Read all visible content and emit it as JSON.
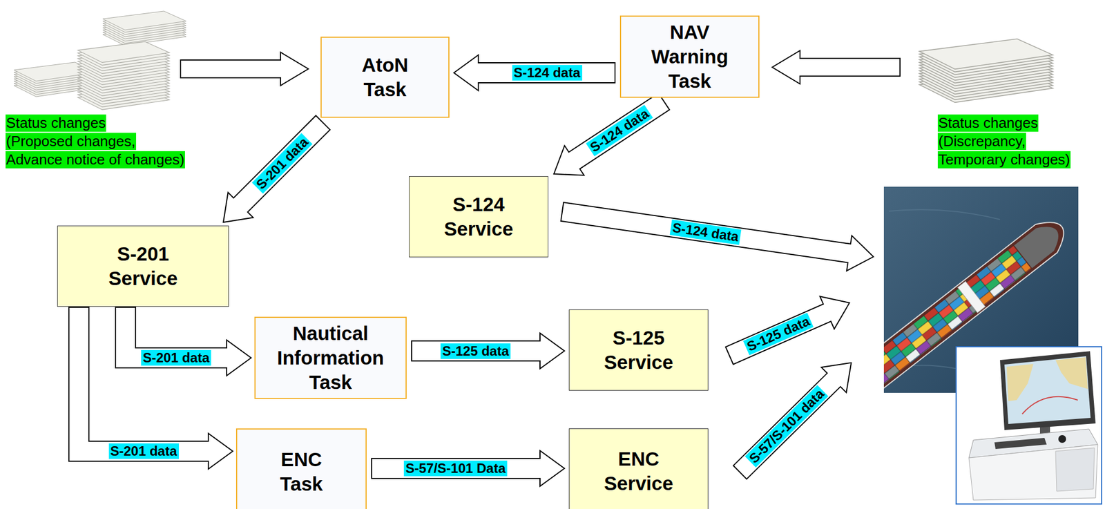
{
  "diagram": {
    "nodes": [
      {
        "text": [
          "AtoN Task"
        ]
      },
      {
        "text": [
          "NAV Warning Task"
        ]
      },
      {
        "text": [
          "S-124 Service"
        ]
      },
      {
        "text": [
          "S-201 Service"
        ]
      },
      {
        "text": [
          "Nautical Information Task"
        ]
      },
      {
        "text": [
          "S-125 Service"
        ]
      },
      {
        "text": [
          "ENC Task"
        ]
      },
      {
        "text": [
          "ENC Service"
        ]
      }
    ],
    "edges": [
      {
        "from": 1,
        "to": 0,
        "arrow": "to",
        "label": "S-124 data"
      },
      {
        "from": 0,
        "to": 3,
        "arrow": "to",
        "label": "S-201 data"
      },
      {
        "from": 1,
        "to": 2,
        "arrow": "to",
        "label": "S-124 data"
      },
      {
        "from": 3,
        "to": 4,
        "arrow": "to",
        "label": "S-201 data"
      },
      {
        "from": 3,
        "to": 6,
        "arrow": "to",
        "label": "S-201 data"
      },
      {
        "from": 4,
        "to": 5,
        "arrow": "to",
        "label": "S-125 data"
      },
      {
        "from": 6,
        "to": 7,
        "arrow": "to",
        "label": "S-57/S-101 Data"
      }
    ],
    "labels": [
      "Status changes",
      "(Proposed changes,",
      "Advance notice of changes)",
      "Status changes",
      "(Discrepancy,",
      "Temporary changes)",
      "S-124 data",
      "S-125 data",
      "S-57/S-101 data"
    ]
  }
}
